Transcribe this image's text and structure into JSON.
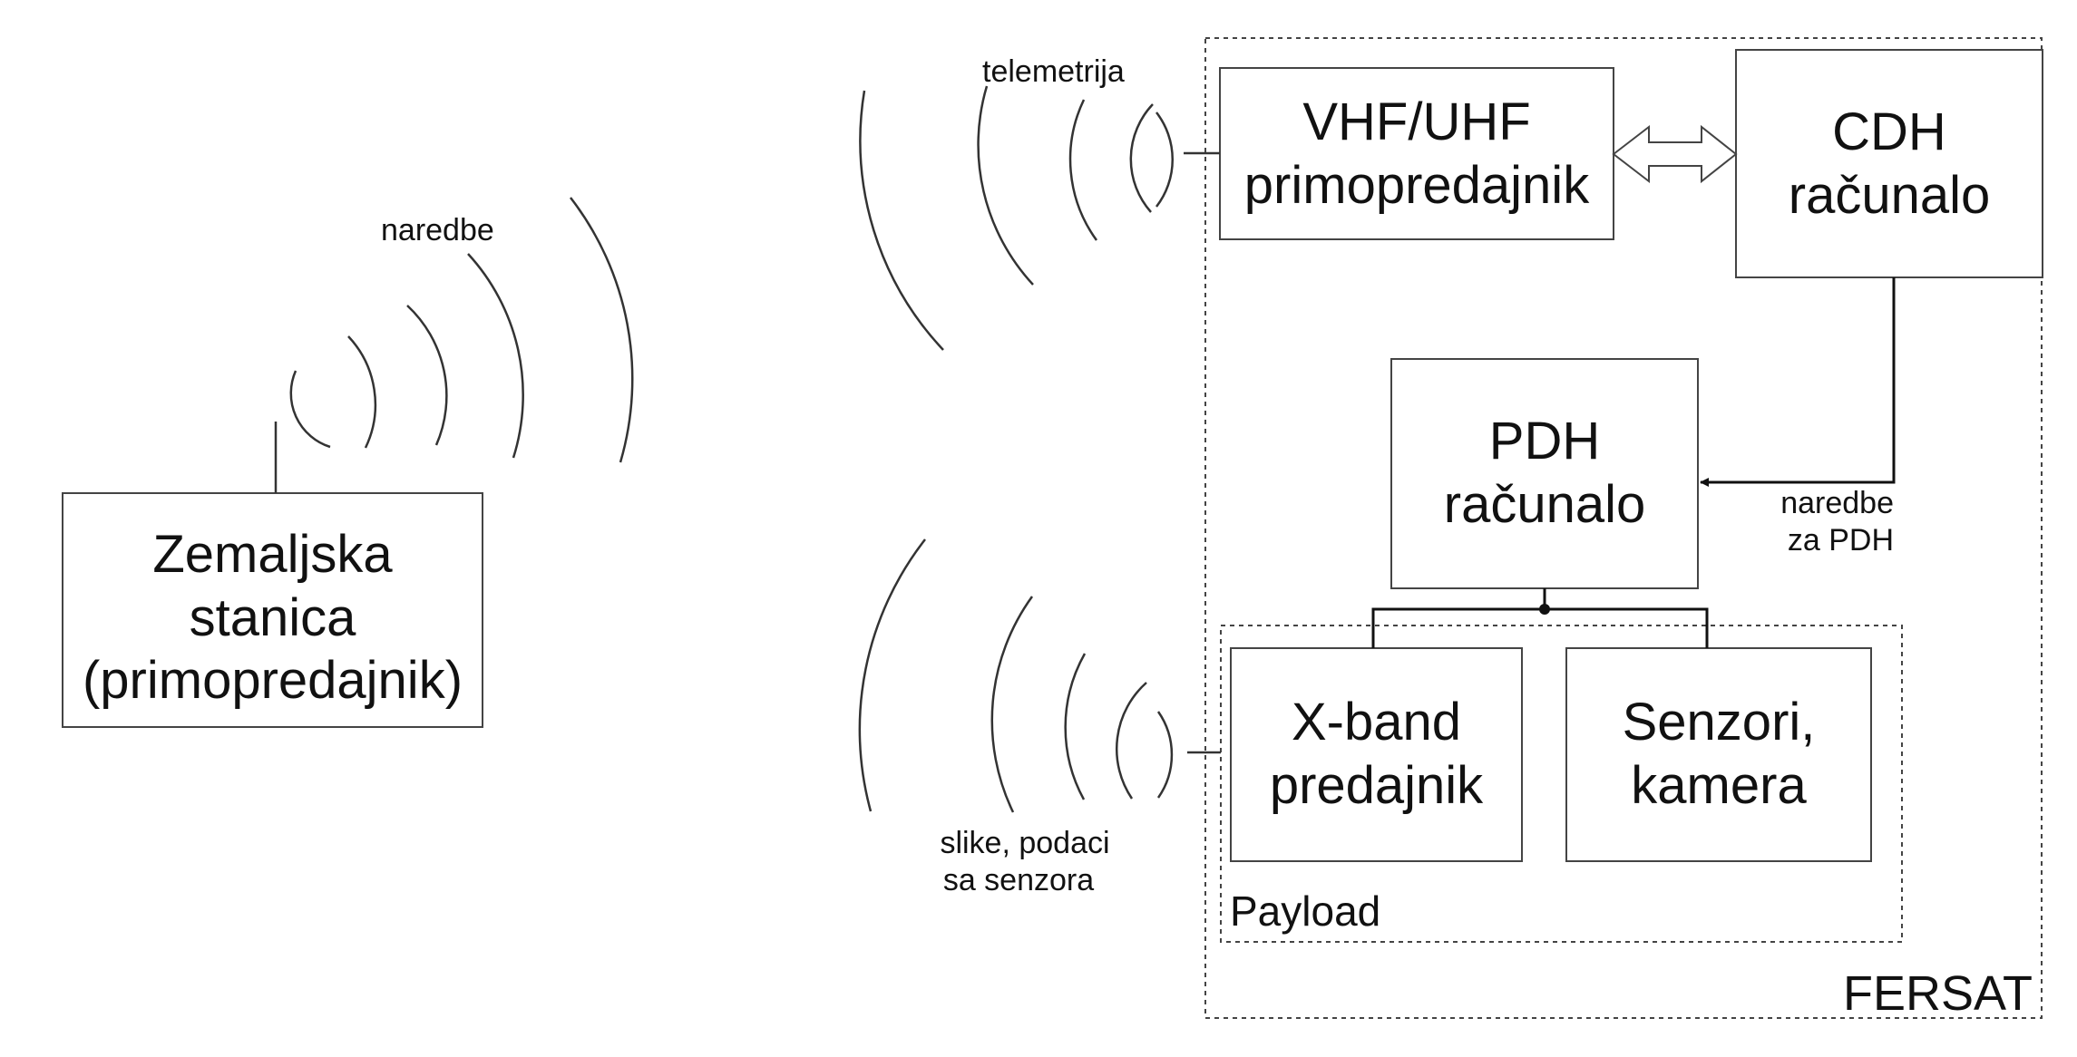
{
  "ground_station": {
    "line1": "Zemaljska",
    "line2": "stanica",
    "line3": "(primopredajnik)"
  },
  "vhf_uhf": {
    "line1": "VHF/UHF",
    "line2": "primopredajnik"
  },
  "cdh": {
    "line1": "CDH",
    "line2": "računalo"
  },
  "pdh": {
    "line1": "PDH",
    "line2": "računalo"
  },
  "xband": {
    "line1": "X-band",
    "line2": "predajnik"
  },
  "sensors": {
    "line1": "Senzori,",
    "line2": "kamera"
  },
  "payload_label": "Payload",
  "fersat_label": "FERSAT",
  "labels": {
    "naredbe": "naredbe",
    "telemetrija": "telemetrija",
    "pdh_cmd_1": "naredbe",
    "pdh_cmd_2": "za PDH",
    "slike_1": "slike, podaci",
    "slike_2": "sa senzora"
  }
}
